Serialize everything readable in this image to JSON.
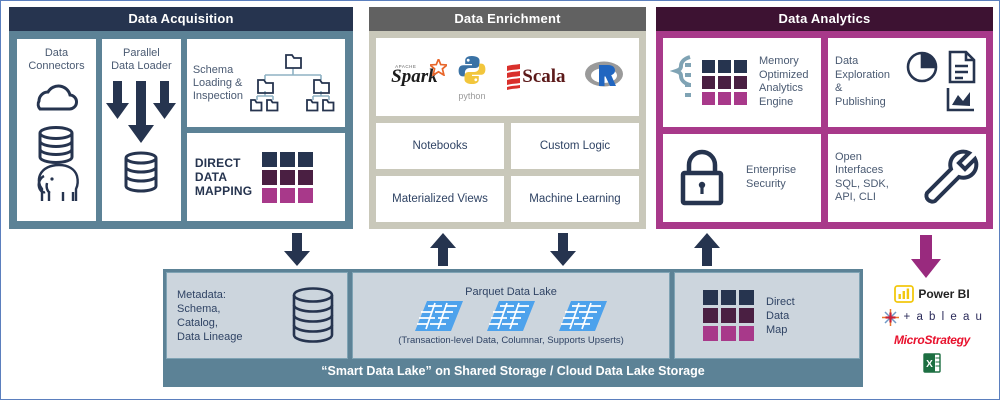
{
  "diagram": {
    "title": "Smart Data Lake Architecture",
    "colors": {
      "acquisition_header": "#26344f",
      "acquisition_body": "#5c8296",
      "enrichment_header": "#616161",
      "enrichment_body": "#c9c8ba",
      "analytics_header": "#3d1232",
      "analytics_body": "#a8398a",
      "lake_frame": "#5c8296",
      "lake_cell": "#ccd5dd",
      "chip_navy": "#26344f",
      "chip_plum": "#4a1f42",
      "chip_magenta": "#a8398a",
      "parquet_blue": "#4da2ec",
      "arrow_navy": "#26344f",
      "arrow_magenta": "#992a7e"
    }
  },
  "acquisition": {
    "header": "Data Acquisition",
    "connectors": {
      "title": "Data\nConnectors",
      "title_line1": "Data",
      "title_line2": "Connectors",
      "icons": [
        "cloud-icon",
        "database-icon",
        "hadoop-elephant-icon"
      ]
    },
    "loader": {
      "title_line1": "Parallel",
      "title_line2": "Data Loader",
      "icons": [
        "down-arrow-icon",
        "down-arrow-icon",
        "down-arrow-icon",
        "database-icon"
      ]
    },
    "schema": {
      "label_line1": "Schema",
      "label_line2": "Loading &",
      "label_line3": "Inspection",
      "icon": "folder-tree-icon"
    },
    "direct_data_mapping": {
      "label_line1": "DIRECT",
      "label_line2": "DATA",
      "label_line3": "MAPPING",
      "icon": "chip-grid-icon"
    }
  },
  "enrichment": {
    "header": "Data Enrichment",
    "languages": [
      {
        "name": "Apache Spark",
        "wordmark": "Spark",
        "superscript": "APACHE"
      },
      {
        "name": "Python",
        "wordmark": "python"
      },
      {
        "name": "Scala",
        "wordmark": "Scala"
      },
      {
        "name": "R",
        "wordmark": "R"
      }
    ],
    "tiles": [
      "Notebooks",
      "Custom Logic",
      "Materialized Views",
      "Machine Learning"
    ]
  },
  "analytics": {
    "header": "Data Analytics",
    "tiles": [
      {
        "label_lines": [
          "Memory",
          "Optimized",
          "Analytics",
          "Engine"
        ],
        "icon": "gear-chip-grid-icon"
      },
      {
        "label_lines": [
          "Data",
          "Exploration",
          "&",
          "Publishing"
        ],
        "icon": "pie-chart-document-icon"
      },
      {
        "label_lines": [
          "Enterprise",
          "Security"
        ],
        "icon": "padlock-icon"
      },
      {
        "label_lines": [
          "Open",
          "Interfaces",
          "SQL, SDK,",
          "API, CLI"
        ],
        "icon": "wrench-icon"
      }
    ]
  },
  "arrows": [
    {
      "name": "acquisition-to-lake",
      "direction": "down",
      "color": "#26344f"
    },
    {
      "name": "lake-to-enrichment",
      "direction": "up",
      "color": "#26344f"
    },
    {
      "name": "enrichment-to-lake",
      "direction": "down",
      "color": "#26344f"
    },
    {
      "name": "lake-to-analytics",
      "direction": "up",
      "color": "#26344f"
    },
    {
      "name": "analytics-to-bi-tools",
      "direction": "down",
      "color": "#992a7e"
    }
  ],
  "lake": {
    "metadata": {
      "label_lines": [
        "Metadata:",
        "Schema,",
        "Catalog,",
        "Data Lineage"
      ],
      "icon": "database-icon"
    },
    "parquet": {
      "title": "Parquet Data Lake",
      "note": "(Transaction-level Data, Columnar, Supports Upserts)",
      "icon": "parquet-tile-icon",
      "icon_count": 3
    },
    "direct_data_map": {
      "label_lines": [
        "Direct",
        "Data",
        "Map"
      ],
      "icon": "chip-grid-icon"
    },
    "footer": "“Smart Data Lake” on Shared Storage / Cloud Data Lake Storage"
  },
  "bi_tools": [
    {
      "name": "Power BI",
      "label": "Power BI",
      "icon": "power-bi-icon"
    },
    {
      "name": "Tableau",
      "label": "+ a b l e a u",
      "icon": "tableau-icon"
    },
    {
      "name": "MicroStrategy",
      "label": "MicroStrategy",
      "icon": "microstrategy-wordmark"
    },
    {
      "name": "Excel",
      "label": "",
      "icon": "excel-icon"
    }
  ]
}
